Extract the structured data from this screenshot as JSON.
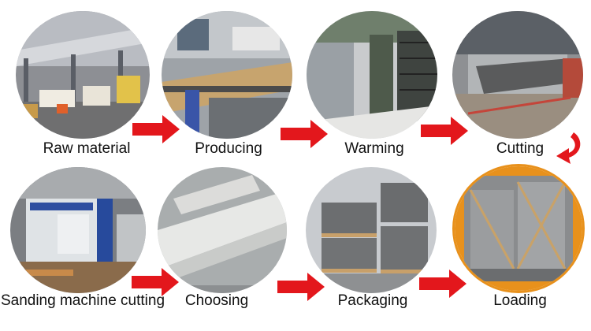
{
  "steps": [
    {
      "label": "Raw material",
      "scene": "factory-interior-photo"
    },
    {
      "label": "Producing",
      "scene": "production-line-photo"
    },
    {
      "label": "Warming",
      "scene": "curing-chamber-photo"
    },
    {
      "label": "Cutting",
      "scene": "cutting-machine-photo"
    },
    {
      "label": "Sanding machine cutting",
      "scene": "sanding-machine-photo"
    },
    {
      "label": "Choosing",
      "scene": "board-inspection-photo"
    },
    {
      "label": "Packaging",
      "scene": "packaged-board-stacks-photo"
    },
    {
      "label": "Loading",
      "scene": "container-loading-photo"
    }
  ],
  "arrows": {
    "color": "#e3171c",
    "icon": "right-arrow-icon",
    "turn_icon": "curved-down-arrow-icon"
  },
  "colors": {
    "ring_dark": "#3a3a3a",
    "ring_orange": "#e8911c"
  }
}
